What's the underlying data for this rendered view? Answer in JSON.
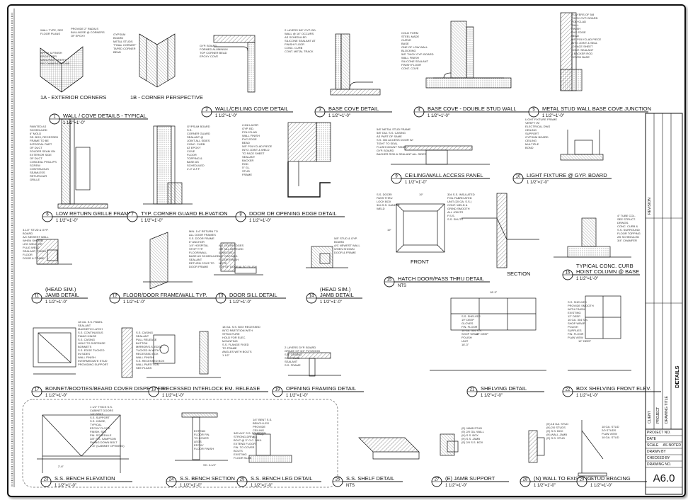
{
  "details": [
    {
      "num": "1",
      "sub": [
        "1A - EXTERIOR CORNERS",
        "1B - CORNER PERSPECTIVE"
      ],
      "title": "WALL / COVE DETAILS - TYPICAL",
      "scale": "1 1/2\"=1'-0\""
    },
    {
      "num": "2",
      "title": "WALL/CEILING COVE DETAIL",
      "scale": "1 1/2\"=1'-0\""
    },
    {
      "num": "3",
      "title": "BASE COVE DETAIL",
      "scale": "1 1/2\"=1'-0\""
    },
    {
      "num": "4",
      "title": "BASE COVE - DOUBLE STUD WALL",
      "scale": "1 1/2\"=1'-0\""
    },
    {
      "num": "5",
      "title": "METAL STUD WALL BASE COVE JUNCTION",
      "scale": "1 1/2\"=1'-0\""
    },
    {
      "num": "6",
      "title": "LOW RETURN GRILLE FRAME",
      "scale": "1 1/2\"=1'-0\""
    },
    {
      "num": "7",
      "title": "TYP. CORNER GUARD ELEVATION",
      "scale": "1 1/2\"=1'-0\""
    },
    {
      "num": "8",
      "title": "DOOR OR OPENING EDGE DETAIL",
      "scale": "1 1/2\"=1'-0\""
    },
    {
      "num": "9",
      "title": "CEILING/WALL ACCESS PANEL",
      "scale": "1 1/2\"=1'-0\""
    },
    {
      "num": "10",
      "title": "LIGHT FIXTURE @ GYP. BOARD",
      "scale": "1 1/2\"=1'-0\""
    },
    {
      "num": "11",
      "pre": "(HEAD SIM.)",
      "title": "JAMB DETAIL",
      "scale": "1 1/2\"=1'-0\""
    },
    {
      "num": "12",
      "title": "FLOOR/DOOR FRAME/WALL TYP.",
      "scale": "1 1/2\"=1'-0\""
    },
    {
      "num": "13",
      "title": "DOOR SILL DETAIL",
      "scale": "1 1/2\"=1'-0\""
    },
    {
      "num": "14",
      "pre": "(HEAD SIM.)",
      "title": "JAMB DETAIL",
      "scale": "1 1/2\"=1'-0\""
    },
    {
      "num": "15",
      "title": "HATCH DOOR/PASS THRU DETAIL",
      "scale": "NTS"
    },
    {
      "num": "16",
      "pre": "TYPICAL CONC. CURB",
      "title": "HOIST COLUMN @ BASE",
      "scale": "1 1/2\"=1'-0\""
    },
    {
      "num": "17",
      "title": "BONNET/BOOTIES/BEARD COVER DISPENSER",
      "scale": "1 1/2\"=1'-0\""
    },
    {
      "num": "18",
      "title": "RECESSED INTERLOCK EM. RELEASE",
      "scale": "1 1/2\"=1'-0\""
    },
    {
      "num": "19",
      "title": "OPENING FRAMING DETAIL",
      "scale": "1 1/2\"=1'-0\""
    },
    {
      "num": "21",
      "title": "SHELVING DETAIL",
      "scale": "1 1/2\"=1'-0\""
    },
    {
      "num": "22",
      "title": "BOX SHELVING FRONT ELEV.",
      "scale": "1 1/2\"=1'-0\""
    },
    {
      "num": "23",
      "title": "S.S. BENCH ELEVATION",
      "scale": "1 1/2\"=1'-0\""
    },
    {
      "num": "24",
      "title": "S.S. BENCH SECTION",
      "scale": "1 1/2\"=1'-0\""
    },
    {
      "num": "25",
      "title": "S.S. BENCH LEG DETAIL",
      "scale": "1 1/2\"=1'-0\""
    },
    {
      "num": "26",
      "title": "S.S. SHELF DETAIL",
      "scale": "NTS"
    },
    {
      "num": "27",
      "title": "(E) JAMB SUPPORT",
      "scale": "1 1/2\"=1'-0\""
    },
    {
      "num": "28",
      "title": "(N) WALL TO EXISTING",
      "scale": "1 1/2\"=1'-0\""
    },
    {
      "num": "29",
      "title": "STUD BRACING",
      "scale": "1 1/2\"=1'-0\""
    }
  ],
  "hatch_labels": {
    "front": "FRONT",
    "section": "SECTION"
  },
  "notes": {
    "n1": [
      "WALL TYPE, SEE",
      "FLOOR PLANS"
    ],
    "n2": [
      "PROVIDE 2\" RADIUS",
      "BULLNOSE @ CORNERS",
      "OF EPOXY"
    ],
    "n3": [
      "APPLY & FINISH",
      "EPOXY PER",
      "MANUFACTURER'S",
      "RECOMMENDATIONS"
    ],
    "n4": [
      "GYPSUM",
      "BOARD",
      "METAL STUDS",
      "\"FINAL CORNER\"",
      "TAPED CORNER",
      "BEAD"
    ],
    "n5": [
      "GYP. BOARD",
      "FORMED ALUMINUM",
      "TOP CORNER BEAD",
      "EPOXY COVE"
    ],
    "n6": [
      "2 LAYERS 5/8\" GYP. BD.",
      "WALL @ 16\" OCCURS",
      "AS SCHEDULED",
      "SILICONE SEALANT AT",
      "FINISH FLOOR",
      "CONC. CURB",
      "CONT. METAL TRACK"
    ],
    "n7": [
      "COLD FORM",
      "STEEL MADE",
      "CURVE",
      "BASE",
      "ONE OF LOW WALL",
      "BLOCKING",
      "5/8\" THICK GYP. BOARD",
      "WALL FINISH",
      "SILICONE SEALANT",
      "FINISH FLOOR",
      "CONT. COVE"
    ],
    "n8": [
      "2 LAYERS OF 5/8",
      "THICK GYP. BOARD",
      "POLYCLAD",
      "WALL",
      "FINISH",
      "PVC EDGE",
      "BEAD",
      "5/8\" POLYCLAD PIECE",
      "INTO JOINT & SEAL",
      "10 FACE SHEET",
      "CONT. SEALANT",
      "& BACKER ROD",
      "COVED BASE"
    ],
    "n9": [
      "PAINTED AS",
      "SCHEDULED",
      "6\" MOLD",
      "SS. BOX, RECESSED",
      "FRAME TO BE",
      "INTEGRAL PART",
      "OF DUCT",
      "SOLDER SEAM ON",
      "EXTERIOR SIDE",
      "OF DUCT",
      "CONCEAL PHILLIPS",
      "SCREW",
      "CONTINUOUS",
      "SEAMLESS",
      "RETURN AIR",
      "GRILLE"
    ],
    "n10": [
      "GYPSUM BOARD",
      "S.S.",
      "CORNER GUARD",
      "SEALANT @",
      "JOINT ALL SIDES",
      "CONC. CURB",
      "AT EPOXY",
      "COVE",
      "FLOOR",
      "TOPPING &",
      "BASE AS",
      "SCHEDULED",
      "4'-0\" A.F.F."
    ],
    "n11": [
      "2-5/8 LAYER",
      "GYP. BD.",
      "POLYCLAD",
      "WALL FINISH",
      "PVC EDGE",
      "BEAD",
      "5/8\" POLYCLAD PIECE",
      "INTO JOINT & WELD",
      "TO FACE SHEET",
      "SEALANT",
      "BACKER",
      "ROD",
      "5\" GL.",
      "STUD",
      "FRAME"
    ],
    "n12": [
      "5/8\" METAL STUD FRAME",
      "5/8\" DIA. S.S. CASING",
      "AS PART OF SAME",
      "S.S. 304 ACCESS DOOR W/",
      "TIGHT TO SEAL",
      "FLUSH MOUNT PANEL",
      "GYP. BOARD",
      "BACKER ROD & SEALANT ALL SIDES"
    ],
    "n13": [
      "LIGHT FIXTURE FRAME",
      "VERIFY W/",
      "ELECTRICAL DWG",
      "CEILING",
      "SUPPORT",
      "GYPSUM BOARD",
      "CEILING",
      "MULTIPLE",
      "BOND"
    ],
    "n14": [
      "3-1/2\" STUD & GYP.",
      "BOARD",
      "A/C NEWEST WALL",
      "WHEN SHOWN",
      "LEG WELD OR",
      "PLUG WELD",
      "SEALANT, FINISH",
      "FLOOR",
      "DOOR & FRAME"
    ],
    "n15": [
      "MIN. 1/4\" RETURN TO",
      "ALL DOOR FRAMES",
      "S.S. DOOR FRAME",
      "6\" ANCHOR",
      "1/4\" HOSPITAL",
      "STOP TYP.",
      "FLOOR/WALL",
      "BASE AS SCHEDULED",
      "SEALANT",
      "RETURN COVE TO",
      "DOOR FRAME"
    ],
    "n16": [
      "ALL DOOR EDGES",
      "OR SILL BEVELED",
      "& WELDED",
      "1/2\" GAP MAX.",
      "FLOOR FINISH",
      "NOTE:",
      "TOP OF DOOR ALSO FLUSH"
    ],
    "n17": [
      "5/8\" STUD & GYP.",
      "BOARD",
      "A/C NEWEST WALL",
      "WHEN SHOWN",
      "DOOR & FRAME"
    ],
    "n18": [
      "S.S. DOOR/",
      "PASS THRU",
      "LOCK BOX",
      "304 S.S. HANDLE",
      "WELD"
    ],
    "n19": [
      "304 S.S. INSULATED",
      "FOIL FABRICATED",
      "UNIT (20 GA. S.S.)",
      "CONT. WELD &",
      "GRIND SMOOTH",
      "ALL JOINTS",
      "F.S.S.",
      "S.S. SHUTS"
    ],
    "n20": [
      "4\" TUBE COL.",
      "SEE STRUCT.",
      "DRWGS.",
      "CONC. CURB &",
      "S.S. SURROUND",
      "FLOOR TOPPING",
      "AS SCHEDULED",
      "3/4\" CHAMFER"
    ],
    "n21": [
      "18 GA. S.S. PANEL",
      "SEALANT",
      "MAGNETIC LATCH",
      "S.S. CONTINUOUS",
      "PIANO HINGE",
      "S.S. CASING",
      "HOLE TO DISPENSE",
      "BONNETS",
      "S.S. EDGE TUCKED",
      "IN SIDES",
      "WALL FINISH",
      "INTERMEDIATE STUD",
      "PROVIDING SUPPORT"
    ],
    "n22": [
      "S.S. CASING",
      "SEALANT",
      "PULL RELEASE",
      "BUTTON",
      "MIRROR/S.S. EDGE",
      "TUCKED IN WITH",
      "RECESSED BOX",
      "WALL FINISH",
      "S.S. RECESSED BOX",
      "WALL PARTITION",
      "SEE PLANS"
    ],
    "n23": [
      "18 GA. S.S. BOX RECESSED",
      "INTO PARTITION WITH",
      "STRUCTURE",
      "HOLD FOR ELEC.",
      "MOUNTING",
      "S.S. FLANGE FIXED",
      "TO FRAME",
      "ANGLES WITH BOLTS",
      "1 1/2\""
    ],
    "n24": [
      "2 LAYERS GYP. BOARD",
      "GRADE OF 3/4\" PLYWOOD",
      "S.S. CASING",
      "SS. FRAME",
      "SEALANT",
      "S.S. FRAME"
    ],
    "n25": [
      "S.S. SHELVES",
      "19\" DEEP",
      "GLOVES",
      "FIN. FLOOR",
      "16 GA. 304 S.S.",
      "SHOP WRAP.",
      "POLISH",
      "UNIT",
      "18'-3\""
    ],
    "n26": [
      "S.S. SHELVES",
      "PROVIDE SMOOTH",
      "WITH FINISH",
      "EXISTING",
      "12\" DEEP",
      "16 GA. 304 S.S.",
      "SHOP WRAP.",
      "POLISH",
      "SUPPLIES",
      "FIN. FLOOR",
      "PLAN VIEW"
    ],
    "n27": [
      "1 1/2\" THICK S.S.",
      "CABINET DOORS",
      "1/4\" BENT",
      "S.S. SUPPORT",
      "S.S. HINGE,",
      "TYPICAL",
      "EPOXY FLOOR",
      "FINISH, SEE",
      "FIN. SCHEDULE",
      "3/8\" S.S. SAMPSON",
      "SWING DOWN BOLT",
      "2'-6\" (CABINET OPENING)"
    ],
    "n28": [
      "EXTEND",
      "FLOOR FIN.",
      "TO COVER",
      "LEGS",
      "EPOXY",
      "FLOOR FINISH"
    ],
    "n29": [
      "3/8\"x3/4\" S.S. SAMPSON",
      "STRONG-DRIVE",
      "BOLT @ 3\" O.C. MAX.",
      "EXTEND FLOOR",
      "FIN. TO COVER",
      "BOLTS",
      "EXISTING",
      "FLOOR SLAB"
    ],
    "n30": [
      "1/4\" BENT S.S.",
      "BENCH LEG",
      "PROVIDE",
      "CEILING",
      "AS REQ.",
      "S.S."
    ],
    "n31": [
      "(E) JAMB STUD",
      "(E) 2/0 GA. WALL",
      "(N) S.S. BOX",
      "(N) S.S. JAMB",
      "(E) 2/0 S.S. BOX"
    ],
    "n32": [
      "(N) 18 GA. STUD",
      "(N) 2/0 STUDS",
      "(E) S.S. BOX",
      "(N) WALL JAMB",
      "(E) S.S. STUD"
    ],
    "n33": [
      "18 GA. STUD",
      "2/0 STUDS",
      "PLAN VIEW",
      "18 GA. STUD"
    ]
  },
  "dims": {
    "d1": "19\"",
    "d2": "19\"",
    "d3": "2'-6\"",
    "d4": "18'-3\"",
    "d5": "12\" DEEP",
    "d6": "12\" DEEP",
    "d7": "SH. 2-1/2\""
  },
  "title_block": {
    "sheet": "A6.0",
    "sheet_title": "DETAILS",
    "rows": [
      "PROJECT NO.",
      "DATE",
      "SCALE",
      "DRAWN BY",
      "CHECKED BY",
      "DRAWING NO."
    ],
    "values": [
      "",
      "",
      "AS NOTED",
      "",
      "",
      ""
    ],
    "client": "CLIENT",
    "project": "PROJECT",
    "drawing_title": "DRAWING TITLE",
    "revision": "REVISION"
  }
}
